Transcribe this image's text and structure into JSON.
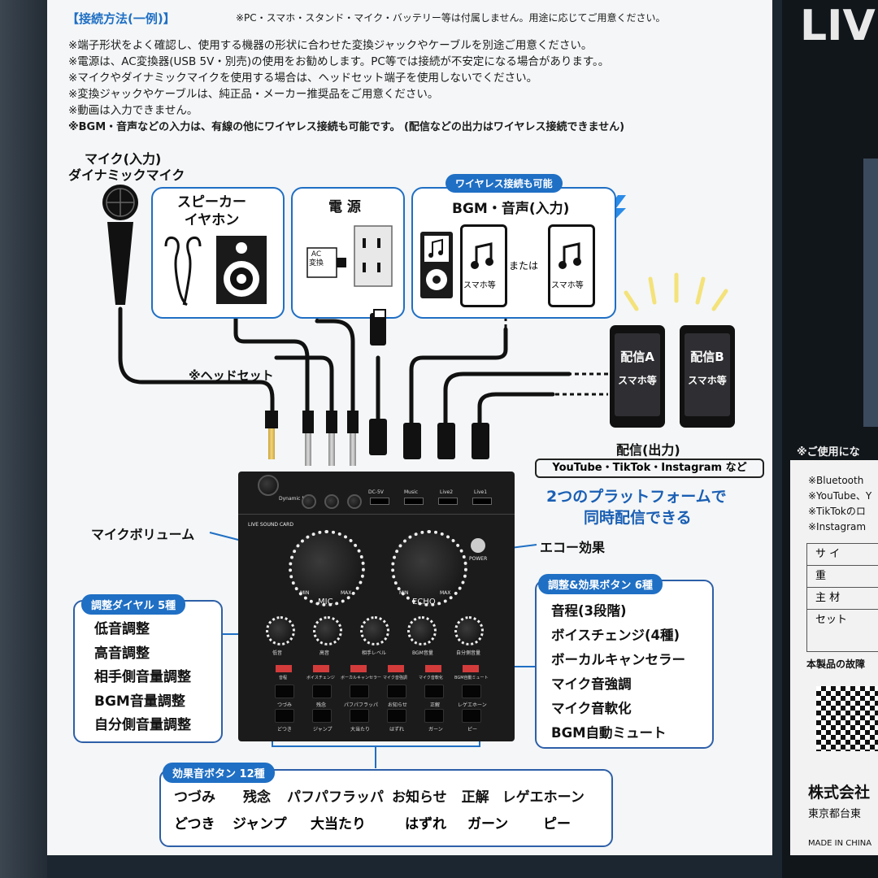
{
  "header": {
    "title": "【接続方法(一例)】",
    "subnote": "※PC・スマホ・スタンド・マイク・バッテリー等は付属しません。用途に応じてご用意ください。"
  },
  "notes": [
    "※端子形状をよく確認し、使用する機器の形状に合わせた変換ジャックやケーブルを別途ご用意ください。",
    "※電源は、AC変換器(USB 5V・別売)の使用をお勧めします。PC等では接続が不安定になる場合があります。。",
    "※マイクやダイナミックマイクを使用する場合は、ヘッドセット端子を使用しないでください。",
    "※変換ジャックやケーブルは、純正品・メーカー推奨品をご用意ください。",
    "※動画は入力できません。",
    "※BGM・音声などの入力は、有線の他にワイヤレス接続も可能です。 (配信などの出力はワイヤレス接続できません)"
  ],
  "mic": {
    "label1": "マイク(入力)",
    "label2": "ダイナミックマイク"
  },
  "speaker_box": {
    "title": "スピーカー\nイヤホン"
  },
  "power_box": {
    "title": "電 源",
    "adapter": "AC\n変換"
  },
  "bgm_box": {
    "tag": "ワイヤレス接続も可能",
    "title": "BGM・音声(入力)",
    "phone_label": "スマホ等",
    "or_text": "または",
    "phone_label2": "スマホ等"
  },
  "headset_label": "※ヘッドセット",
  "output": {
    "phoneA_title": "配信A",
    "phoneA_sub": "スマホ等",
    "phoneB_title": "配信B",
    "phoneB_sub": "スマホ等",
    "label": "配信(出力)",
    "platforms": "YouTube・TikTok・Instagram など",
    "tagline1": "2つのプラットフォームで",
    "tagline2": "同時配信できる"
  },
  "device": {
    "brand": "LIVE SOUND CARD",
    "mic_knob": "MIC",
    "echo_knob": "ECHO",
    "power": "POWER",
    "min": "MIN",
    "max": "MAX",
    "ports": [
      "DC-5V",
      "Music",
      "Live2",
      "Live1"
    ],
    "mic_port": "Dynamic MIC",
    "small_knobs": [
      "低音",
      "高音",
      "相手レベル",
      "BGM音量",
      "自分側音量"
    ],
    "red_labels": [
      "音程",
      "ボイスチェンジ",
      "ボーカルキャンセラー",
      "マイク音強調",
      "マイク音軟化",
      "BGM自動ミュート"
    ],
    "btn_row1": [
      "つづみ",
      "残念",
      "パフパフラッパ",
      "お知らせ",
      "正解",
      "レゲエホーン"
    ],
    "btn_row2": [
      "どつき",
      "ジャンプ",
      "大当たり",
      "はずれ",
      "ガーン",
      "ピー"
    ]
  },
  "callouts": {
    "mic_volume": "マイクボリューム",
    "echo": "エコー効果"
  },
  "dials": {
    "tag": "調整ダイヤル 5種",
    "items": [
      "低音調整",
      "高音調整",
      "相手側音量調整",
      "BGM音量調整",
      "自分側音量調整"
    ]
  },
  "effects": {
    "tag": "調整&効果ボタン 6種",
    "items": [
      "音程(3段階)",
      "ボイスチェンジ(4種)",
      "ボーカルキャンセラー",
      "マイク音強調",
      "マイク音軟化",
      "BGM自動ミュート"
    ]
  },
  "sfx": {
    "tag": "効果音ボタン 12種",
    "row1": [
      "つづみ",
      "残念",
      "パフパフラッパ",
      "お知らせ",
      "正解",
      "レゲエホーン"
    ],
    "row2": [
      "どつき",
      "ジャンプ",
      "大当たり",
      "はずれ",
      "ガーン",
      "ピー"
    ]
  },
  "right_panel": {
    "logo": "LIV",
    "usage": "※ご使用にな",
    "lines": [
      "※Bluetooth",
      "※YouTube、Y",
      "※TikTokのロ",
      "※Instagram"
    ],
    "spec_rows": [
      "サ イ",
      "重",
      "主 材",
      "セット"
    ],
    "fault": "本製品の故障",
    "company": "株式会社",
    "address": "東京都台東",
    "made": "MADE IN CHINA"
  },
  "colors": {
    "accent": "#1f6fc4",
    "sheet": "#f4f6f7",
    "dark": "#1b1b1c",
    "red": "#d33b3b"
  }
}
